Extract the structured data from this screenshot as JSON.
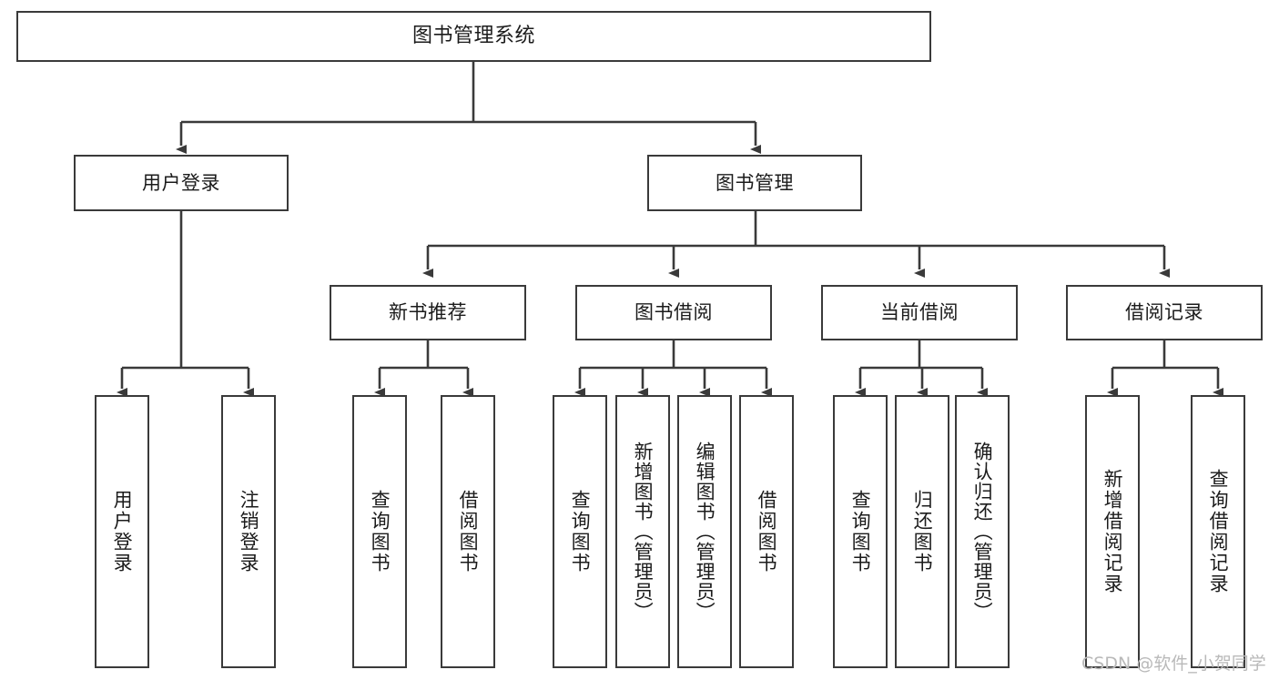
{
  "diagram": {
    "title": "图书管理系统",
    "type": "tree-hierarchy",
    "watermark": "CSDN @软件_小贺同学",
    "colors": {
      "background": "#ffffff",
      "box_border": "#3a3a3a",
      "box_fill": "#ffffff",
      "connector": "#3a3a3a",
      "text": "#1b1b1b",
      "watermark": "#b9b9b9"
    },
    "nodes": {
      "root": {
        "label": "图书管理系统"
      },
      "level2": [
        {
          "id": "user-login",
          "label": "用户登录"
        },
        {
          "id": "book-management",
          "label": "图书管理"
        }
      ],
      "level3": [
        {
          "id": "new-book-recommend",
          "label": "新书推荐"
        },
        {
          "id": "book-borrow",
          "label": "图书借阅"
        },
        {
          "id": "current-borrow",
          "label": "当前借阅"
        },
        {
          "id": "borrow-record",
          "label": "借阅记录"
        }
      ],
      "leaves": {
        "user_login": [
          {
            "id": "leaf-user-login",
            "label": "用户登录"
          },
          {
            "id": "leaf-logout-login",
            "label": "注销登录"
          }
        ],
        "new_book_recommend": [
          {
            "id": "leaf-query-book-1",
            "label": "查询图书"
          },
          {
            "id": "leaf-borrow-book-1",
            "label": "借阅图书"
          }
        ],
        "book_borrow": [
          {
            "id": "leaf-query-book-2",
            "label": "查询图书"
          },
          {
            "id": "leaf-add-book-admin",
            "label": "新增图书（管理员）"
          },
          {
            "id": "leaf-edit-book-admin",
            "label": "编辑图书（管理员）"
          },
          {
            "id": "leaf-borrow-book-2",
            "label": "借阅图书"
          }
        ],
        "current_borrow": [
          {
            "id": "leaf-query-book-3",
            "label": "查询图书"
          },
          {
            "id": "leaf-return-book",
            "label": "归还图书"
          },
          {
            "id": "leaf-confirm-return-admin",
            "label": "确认归还（管理员）"
          }
        ],
        "borrow_record": [
          {
            "id": "leaf-add-borrow-record",
            "label": "新增借阅记录"
          },
          {
            "id": "leaf-query-borrow-record",
            "label": "查询借阅记录"
          }
        ]
      }
    }
  }
}
